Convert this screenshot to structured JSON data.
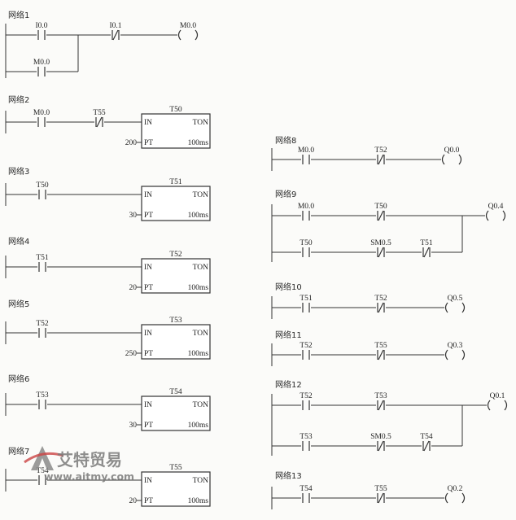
{
  "left_column": [
    {
      "title": "网络1",
      "contacts": [
        {
          "label": "I0.0",
          "type": "NO"
        },
        {
          "label": "I0.1",
          "type": "NC"
        }
      ],
      "parallel_contact": {
        "label": "M0.0",
        "type": "NO"
      },
      "coil": "M0.0"
    },
    {
      "title": "网络2",
      "contacts": [
        {
          "label": "M0.0",
          "type": "NO"
        },
        {
          "label": "T55",
          "type": "NC"
        }
      ],
      "timer": {
        "name": "T50",
        "type_label": "TON",
        "in_label": "IN",
        "pt_label": "PT",
        "pt_value": "200",
        "unit": "100ms"
      }
    },
    {
      "title": "网络3",
      "contacts": [
        {
          "label": "T50",
          "type": "NO"
        }
      ],
      "timer": {
        "name": "T51",
        "type_label": "TON",
        "in_label": "IN",
        "pt_label": "PT",
        "pt_value": "30",
        "unit": "100ms"
      }
    },
    {
      "title": "网络4",
      "contacts": [
        {
          "label": "T51",
          "type": "NO"
        }
      ],
      "timer": {
        "name": "T52",
        "type_label": "TON",
        "in_label": "IN",
        "pt_label": "PT",
        "pt_value": "20",
        "unit": "100ms"
      }
    },
    {
      "title": "网络5",
      "contacts": [
        {
          "label": "T52",
          "type": "NO"
        }
      ],
      "timer": {
        "name": "T53",
        "type_label": "TON",
        "in_label": "IN",
        "pt_label": "PT",
        "pt_value": "250",
        "unit": "100ms"
      }
    },
    {
      "title": "网络6",
      "contacts": [
        {
          "label": "T53",
          "type": "NO"
        }
      ],
      "timer": {
        "name": "T54",
        "type_label": "TON",
        "in_label": "IN",
        "pt_label": "PT",
        "pt_value": "30",
        "unit": "100ms"
      }
    },
    {
      "title": "网络7",
      "contacts": [
        {
          "label": "T54",
          "type": "NO"
        }
      ],
      "timer": {
        "name": "T55",
        "type_label": "TON",
        "in_label": "IN",
        "pt_label": "PT",
        "pt_value": "20",
        "unit": "100ms"
      }
    }
  ],
  "right_column": [
    {
      "title": "网络8",
      "contacts": [
        {
          "label": "M0.0",
          "type": "NO"
        },
        {
          "label": "T52",
          "type": "NC"
        }
      ],
      "coil": "Q0.0"
    },
    {
      "title": "网络9",
      "contacts": [
        {
          "label": "M0.0",
          "type": "NO"
        },
        {
          "label": "T50",
          "type": "NC"
        }
      ],
      "branch": [
        {
          "label": "T50",
          "type": "NO"
        },
        {
          "label": "SM0.5",
          "type": "NC"
        },
        {
          "label": "T51",
          "type": "NC"
        }
      ],
      "coil": "Q0.4"
    },
    {
      "title": "网络10",
      "contacts": [
        {
          "label": "T51",
          "type": "NO"
        },
        {
          "label": "T52",
          "type": "NC"
        }
      ],
      "coil": "Q0.5"
    },
    {
      "title": "网络11",
      "contacts": [
        {
          "label": "T52",
          "type": "NO"
        },
        {
          "label": "T55",
          "type": "NC"
        }
      ],
      "coil": "Q0.3"
    },
    {
      "title": "网络12",
      "contacts": [
        {
          "label": "T52",
          "type": "NO"
        },
        {
          "label": "T53",
          "type": "NC"
        }
      ],
      "branch": [
        {
          "label": "T53",
          "type": "NO"
        },
        {
          "label": "SM0.5",
          "type": "NC"
        },
        {
          "label": "T54",
          "type": "NC"
        }
      ],
      "coil": "Q0.1"
    },
    {
      "title": "网络13",
      "contacts": [
        {
          "label": "T54",
          "type": "NO"
        },
        {
          "label": "T55",
          "type": "NC"
        }
      ],
      "coil": "Q0.2"
    }
  ],
  "watermark": {
    "text": "艾特贸易",
    "url": "www.aitmy.com",
    "logo_letter": "A"
  }
}
